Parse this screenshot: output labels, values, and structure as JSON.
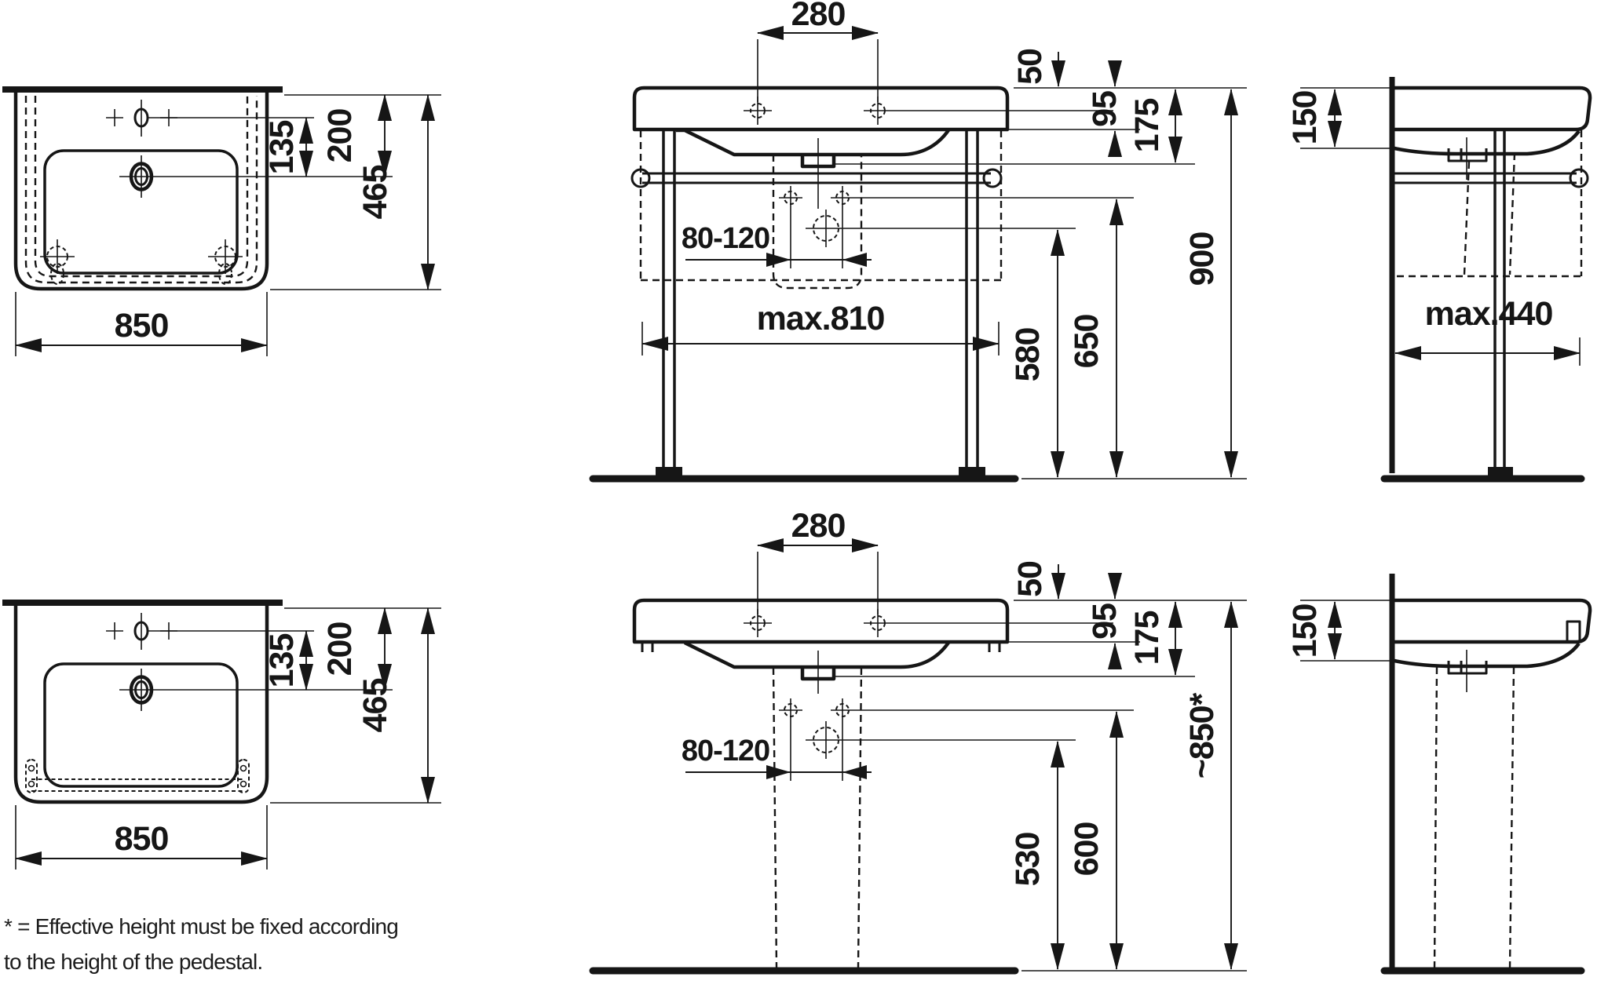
{
  "page": {
    "background": "#ffffff",
    "line_color": "#161616"
  },
  "views": {
    "top_left_plan": {
      "dims": {
        "width": "850",
        "depth": "465",
        "rear_to_drain": "200",
        "taphole_to_drain": "135"
      }
    },
    "top_middle_front_frame": {
      "dims": {
        "taphole_spacing": "280",
        "top_to_fixing_holes": "50",
        "top_to_apron": "95",
        "top_to_outlet": "175",
        "overall_height": "900",
        "floor_to_fixing_holes": "650",
        "floor_to_drain": "580",
        "frame_max_width": "max.810",
        "drain_lateral_range": "80-120"
      }
    },
    "top_right_side_frame": {
      "dims": {
        "edge_height": "150",
        "frame_max_depth": "max.440"
      }
    },
    "bottom_left_plan": {
      "dims": {
        "width": "850",
        "depth": "465",
        "rear_to_drain": "200",
        "taphole_to_drain": "135"
      }
    },
    "bottom_middle_front_pedestal": {
      "dims": {
        "taphole_spacing": "280",
        "top_to_fixing_holes": "50",
        "top_to_apron": "95",
        "top_to_outlet": "175",
        "effective_height": "~850*",
        "floor_to_fixing_holes": "600",
        "floor_to_drain": "530",
        "drain_lateral_range": "80-120"
      }
    },
    "bottom_right_side_pedestal": {
      "dims": {
        "edge_height": "150"
      }
    }
  },
  "footnote": {
    "line1": "* = Effective height must be fixed according",
    "line2": "to the height of the pedestal."
  }
}
